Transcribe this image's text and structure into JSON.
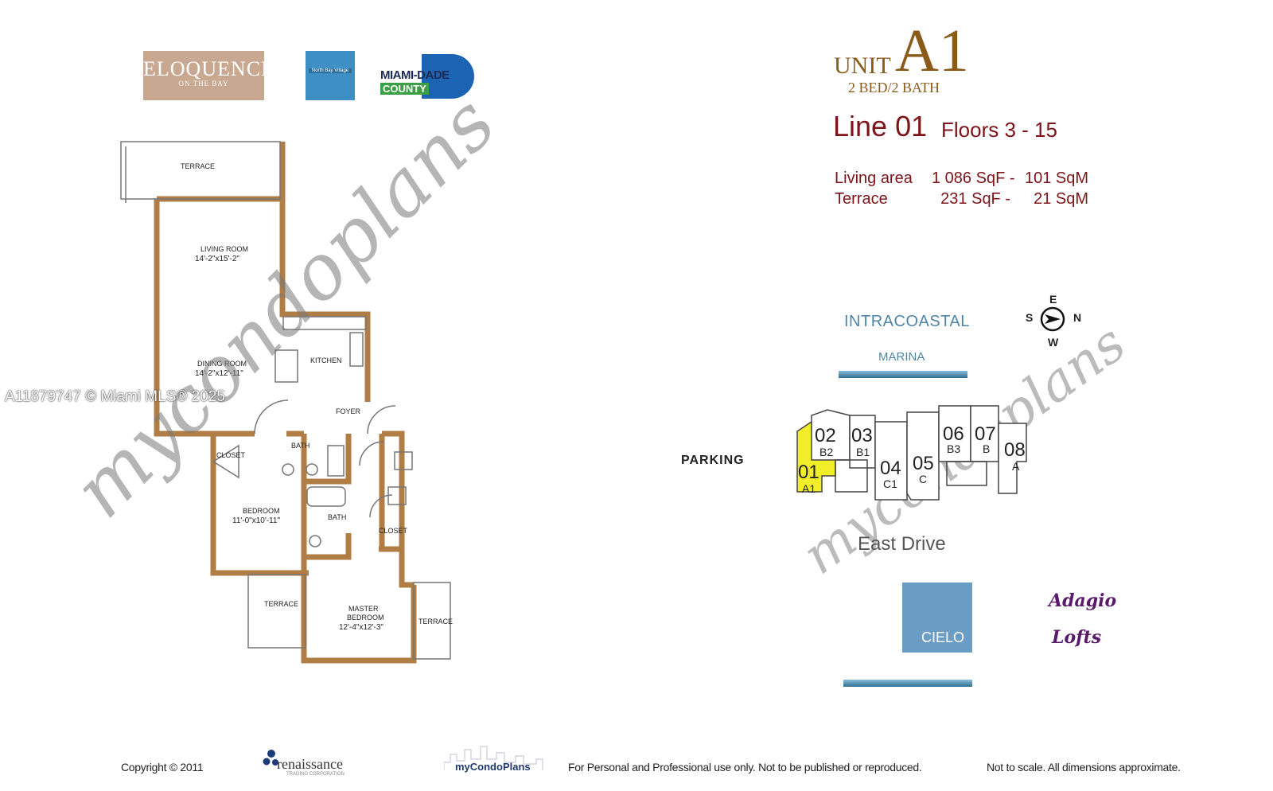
{
  "logos": {
    "eloquence": {
      "name": "ELOQUENCE",
      "sub": "ON THE BAY"
    },
    "north_bay_village": "North Bay Village",
    "miami_dade": {
      "top": "MIAMI-DADE",
      "bottom": "COUNTY"
    }
  },
  "unit": {
    "word": "UNIT",
    "code": "A1",
    "beds_baths": "2 BED/2 BATH",
    "line": "Line 01",
    "floors": "Floors 3 - 15",
    "areas": [
      {
        "label": "Living area",
        "sqf": "1 086 SqF -",
        "sqm": "101 SqM"
      },
      {
        "label": "Terrace",
        "sqf": "231 SqF -",
        "sqm": "21 SqM"
      }
    ]
  },
  "floorplan": {
    "rooms": [
      {
        "id": "terrace-top",
        "name": "TERRACE",
        "dims": ""
      },
      {
        "id": "living",
        "name": "LIVING ROOM",
        "dims": "14'-2\"x15'-2\""
      },
      {
        "id": "dining",
        "name": "DINING ROOM",
        "dims": "14'-2\"x12'-11\""
      },
      {
        "id": "kitchen",
        "name": "KITCHEN",
        "dims": ""
      },
      {
        "id": "foyer",
        "name": "FOYER",
        "dims": ""
      },
      {
        "id": "bath1",
        "name": "BATH",
        "dims": ""
      },
      {
        "id": "closet1",
        "name": "CLOSET",
        "dims": ""
      },
      {
        "id": "bath2",
        "name": "BATH",
        "dims": ""
      },
      {
        "id": "closet2",
        "name": "CLOSET",
        "dims": ""
      },
      {
        "id": "bedroom",
        "name": "BEDROOM",
        "dims": "11'-0\"x10'-11\""
      },
      {
        "id": "terrace-left",
        "name": "TERRACE",
        "dims": ""
      },
      {
        "id": "master",
        "name": "MASTER",
        "name2": "BEDROOM",
        "dims": "12'-4\"x12'-3\""
      },
      {
        "id": "terrace-right",
        "name": "TERRACE",
        "dims": ""
      }
    ]
  },
  "site": {
    "intracoastal": "INTRACOASTAL",
    "marina": "MARINA",
    "compass": {
      "n": "N",
      "s": "S",
      "e": "E",
      "w": "W"
    },
    "parking": "PARKING",
    "east_drive": "East Drive",
    "cielo": "CIELO",
    "adagio": [
      "Adagio",
      "Lofts"
    ],
    "units": [
      {
        "num": "01",
        "type": "A1",
        "highlight": true
      },
      {
        "num": "02",
        "type": "B2"
      },
      {
        "num": "03",
        "type": "B1"
      },
      {
        "num": "04",
        "type": "C1"
      },
      {
        "num": "05",
        "type": "C"
      },
      {
        "num": "06",
        "type": "B3"
      },
      {
        "num": "07",
        "type": "B"
      },
      {
        "num": "08",
        "type": "A"
      }
    ],
    "highlight_color": "#f3ee2a"
  },
  "watermark": {
    "brand": "mycondoplans",
    "mls": "A11879747 © Miami MLS® 2025"
  },
  "footer": {
    "copyright": "Copyright © 2011",
    "renaissance": {
      "name": "renaissance",
      "sub": "TRADING CORPORATION"
    },
    "mycondoplans": "myCondoPlans",
    "notice": "For Personal and Professional use only.  Not to be published or reproduced.",
    "scale": "Not to scale.  All dimensions approximate."
  },
  "colors": {
    "wall": "#b07d44",
    "title_brown": "#8a5a18",
    "title_red": "#7d1419"
  }
}
